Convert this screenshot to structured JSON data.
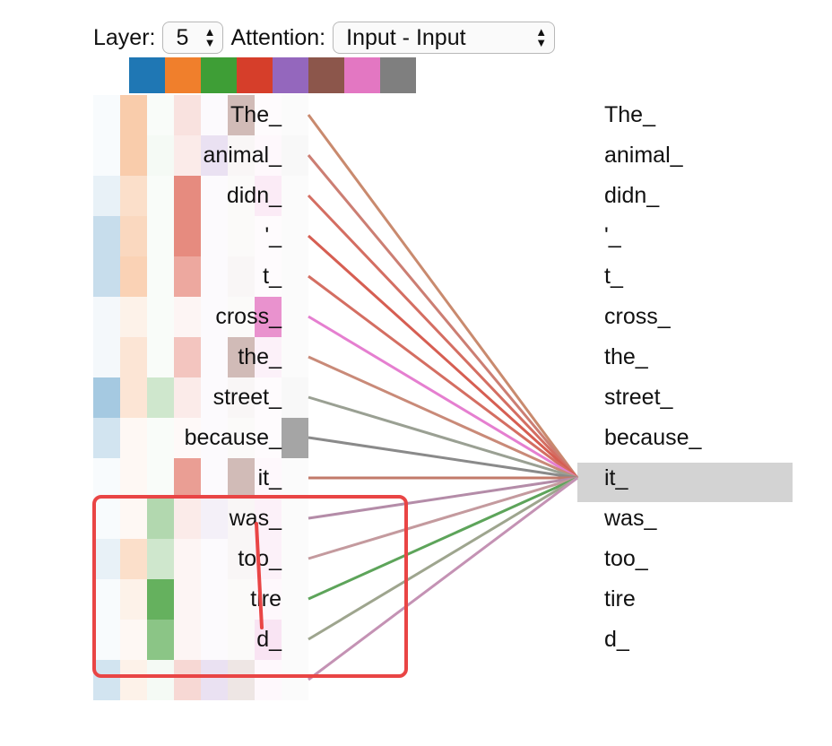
{
  "controls": {
    "layer_label": "Layer:",
    "layer_value": "5",
    "attention_label": "Attention:",
    "attention_value": "Input - Input"
  },
  "heads": {
    "colors": [
      "#1f77b4",
      "#f07f2c",
      "#3e9e36",
      "#d63e2a",
      "#9467bd",
      "#8c564b",
      "#e377c2",
      "#7f7f7f"
    ]
  },
  "tokens": {
    "left": [
      "The_",
      "animal_",
      "didn_",
      "'_",
      "t_",
      "cross_",
      "the_",
      "street_",
      "because_",
      "it_",
      "was_",
      "too_",
      "tire",
      "d_"
    ],
    "right": [
      "The_",
      "animal_",
      "didn_",
      "'_",
      "t_",
      "cross_",
      "the_",
      "street_",
      "because_",
      "it_",
      "was_",
      "too_",
      "tire",
      "d_"
    ],
    "selected_right_index": 9,
    "selected_highlight": "#d3d3d3"
  },
  "attention": {
    "heatmap": [
      [
        0.02,
        0.4,
        0.02,
        0.15,
        0.0,
        0.4,
        0.02,
        0.0
      ],
      [
        0.02,
        0.4,
        0.05,
        0.1,
        0.2,
        0.05,
        0.05,
        0.05
      ],
      [
        0.1,
        0.25,
        0.02,
        0.6,
        0.0,
        0.02,
        0.15,
        0.0
      ],
      [
        0.25,
        0.3,
        0.02,
        0.6,
        0.0,
        0.02,
        0.02,
        0.0
      ],
      [
        0.25,
        0.35,
        0.02,
        0.45,
        0.0,
        0.05,
        0.02,
        0.0
      ],
      [
        0.05,
        0.1,
        0.02,
        0.05,
        0.0,
        0.02,
        0.8,
        0.0
      ],
      [
        0.05,
        0.2,
        0.02,
        0.3,
        0.0,
        0.4,
        0.1,
        0.0
      ],
      [
        0.4,
        0.2,
        0.25,
        0.1,
        0.0,
        0.05,
        0.02,
        0.05
      ],
      [
        0.2,
        0.05,
        0.02,
        0.02,
        0.0,
        0.02,
        0.02,
        0.7
      ],
      [
        0.02,
        0.05,
        0.02,
        0.5,
        0.0,
        0.4,
        0.05,
        0.02
      ],
      [
        0.02,
        0.05,
        0.4,
        0.1,
        0.1,
        0.05,
        0.1,
        0.02
      ],
      [
        0.1,
        0.25,
        0.25,
        0.05,
        0.0,
        0.05,
        0.1,
        0.02
      ],
      [
        0.02,
        0.1,
        0.8,
        0.05,
        0.0,
        0.02,
        0.05,
        0.0
      ],
      [
        0.02,
        0.05,
        0.6,
        0.05,
        0.0,
        0.02,
        0.2,
        0.0
      ],
      [
        0.2,
        0.1,
        0.05,
        0.2,
        0.2,
        0.15,
        0.05,
        0.0
      ]
    ],
    "lines": [
      {
        "color": "#c98a6e",
        "width": 3
      },
      {
        "color": "#cc7e73",
        "width": 3
      },
      {
        "color": "#d46e62",
        "width": 3
      },
      {
        "color": "#d65e52",
        "width": 3
      },
      {
        "color": "#d46e62",
        "width": 3
      },
      {
        "color": "#e57fd0",
        "width": 3
      },
      {
        "color": "#c98a78",
        "width": 3
      },
      {
        "color": "#9aa093",
        "width": 3
      },
      {
        "color": "#8a8a8a",
        "width": 3
      },
      {
        "color": "#c27a6a",
        "width": 3
      },
      {
        "color": "#b48ca8",
        "width": 3
      },
      {
        "color": "#c49a9e",
        "width": 3
      },
      {
        "color": "#5da45a",
        "width": 3
      },
      {
        "color": "#9ea58e",
        "width": 3
      },
      {
        "color": "#c492b4",
        "width": 3
      }
    ]
  }
}
